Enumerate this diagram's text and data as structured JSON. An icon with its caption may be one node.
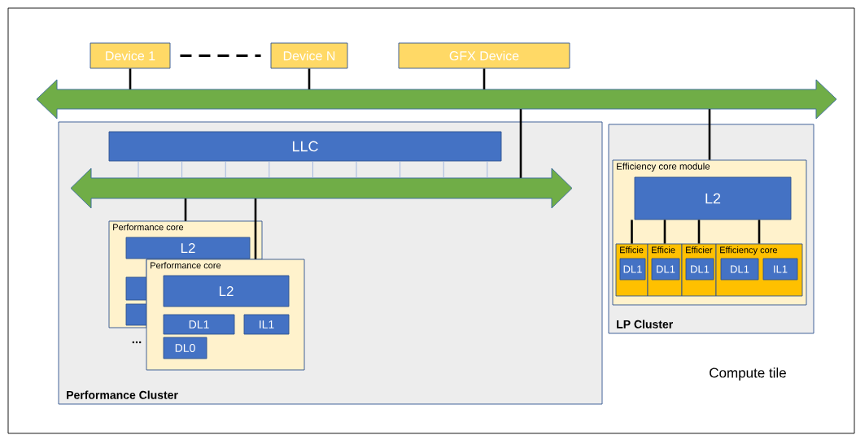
{
  "diagram": {
    "nodes": [
      {
        "text": [
          "Compute tile"
        ]
      },
      {
        "text": [
          "Device 1"
        ],
        "in": 0
      },
      {
        "text": [
          "Device N"
        ],
        "in": 0
      },
      {
        "text": [
          "GFX Device"
        ],
        "in": 0
      },
      {
        "text": [],
        "shape": "bar",
        "in": 0
      },
      {
        "text": [
          "Performance Cluster"
        ],
        "in": 0
      },
      {
        "text": [
          "LLC"
        ],
        "in": 5
      },
      {
        "text": [],
        "shape": "bar",
        "in": 5
      },
      {
        "text": [
          "Performance core"
        ],
        "in": 5
      },
      {
        "text": [
          "L2"
        ],
        "in": 8
      },
      {
        "text": [],
        "shape": "box",
        "in": 8
      },
      {
        "text": [],
        "shape": "box",
        "in": 8
      },
      {
        "text": [
          "Performance core"
        ],
        "in": 5
      },
      {
        "text": [
          "L2"
        ],
        "in": 12
      },
      {
        "text": [
          "DL1"
        ],
        "in": 12
      },
      {
        "text": [
          "IL1"
        ],
        "in": 12
      },
      {
        "text": [
          "DL0"
        ],
        "in": 12
      },
      {
        "text": [
          "LP Cluster"
        ],
        "in": 0
      },
      {
        "text": [
          "Efficiency core module"
        ],
        "in": 17
      },
      {
        "text": [
          "L2"
        ],
        "in": 18
      },
      {
        "text": [
          "Efficie"
        ],
        "in": 18
      },
      {
        "text": [
          "DL1"
        ],
        "in": 20
      },
      {
        "text": [
          "Efficie"
        ],
        "in": 18
      },
      {
        "text": [
          "DL1"
        ],
        "in": 22
      },
      {
        "text": [
          "Efficier"
        ],
        "in": 18
      },
      {
        "text": [
          "DL1"
        ],
        "in": 24
      },
      {
        "text": [
          "Efficiency core"
        ],
        "in": 18
      },
      {
        "text": [
          "DL1"
        ],
        "in": 26
      },
      {
        "text": [
          "IL1"
        ],
        "in": 26
      }
    ],
    "edges": [
      {
        "from": 1,
        "to": 2,
        "arrow": "none",
        "style": "dashed"
      },
      {
        "from": 1,
        "to": 4,
        "arrow": "none"
      },
      {
        "from": 2,
        "to": 4,
        "arrow": "none"
      },
      {
        "from": 3,
        "to": 4,
        "arrow": "none"
      },
      {
        "from": 4,
        "to": 7,
        "arrow": "none"
      },
      {
        "from": 4,
        "to": 18,
        "arrow": "none"
      },
      {
        "from": 6,
        "to": 7,
        "arrow": "none",
        "color": "#8faadc"
      },
      {
        "from": 6,
        "to": 7,
        "arrow": "none",
        "color": "#8faadc"
      },
      {
        "from": 6,
        "to": 7,
        "arrow": "none",
        "color": "#8faadc"
      },
      {
        "from": 6,
        "to": 7,
        "arrow": "none",
        "color": "#8faadc"
      },
      {
        "from": 6,
        "to": 7,
        "arrow": "none",
        "color": "#8faadc"
      },
      {
        "from": 6,
        "to": 7,
        "arrow": "none",
        "color": "#8faadc"
      },
      {
        "from": 6,
        "to": 7,
        "arrow": "none",
        "color": "#8faadc"
      },
      {
        "from": 6,
        "to": 7,
        "arrow": "none",
        "color": "#8faadc"
      },
      {
        "from": 6,
        "to": 7,
        "arrow": "none",
        "color": "#8faadc"
      },
      {
        "from": 7,
        "to": 8,
        "arrow": "none"
      },
      {
        "from": 7,
        "to": 12,
        "arrow": "none"
      },
      {
        "from": 19,
        "to": 20,
        "arrow": "none"
      },
      {
        "from": 19,
        "to": 22,
        "arrow": "none"
      },
      {
        "from": 19,
        "to": 24,
        "arrow": "none"
      },
      {
        "from": 19,
        "to": 26,
        "arrow": "none"
      }
    ],
    "labels": [
      "..."
    ]
  }
}
